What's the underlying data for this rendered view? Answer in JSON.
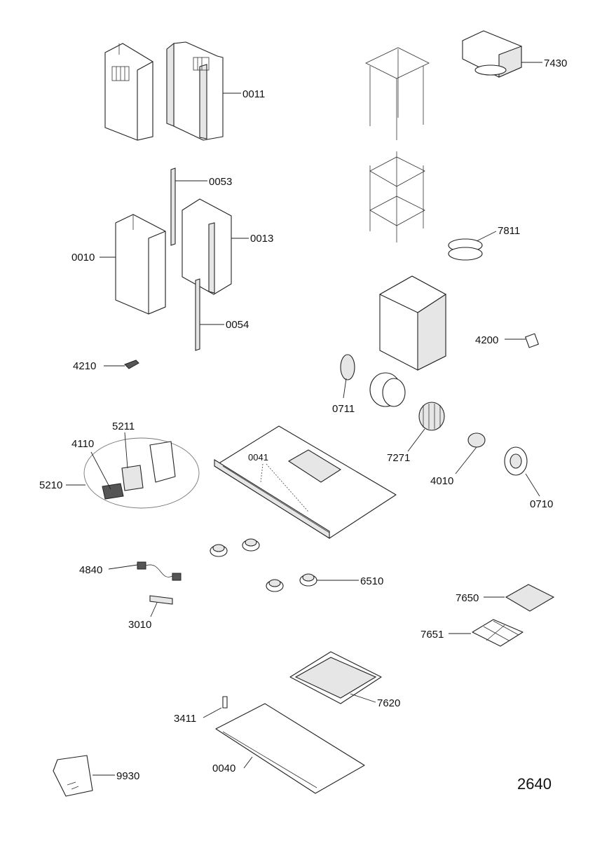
{
  "parts": {
    "p0011": "0011",
    "p0053": "0053",
    "p0013": "0013",
    "p0010": "0010",
    "p0054": "0054",
    "p4210": "4210",
    "p5211": "5211",
    "p4110": "4110",
    "p5210": "5210",
    "p0041": "0041",
    "p4840": "4840",
    "p3010": "3010",
    "p6510": "6510",
    "p3411": "3411",
    "p0040": "0040",
    "p9930": "9930",
    "p7430": "7430",
    "p7811": "7811",
    "p4200": "4200",
    "p0711": "0711",
    "p7271": "7271",
    "p4010": "4010",
    "p0710": "0710",
    "p7650": "7650",
    "p7651": "7651",
    "p7620": "7620"
  },
  "page_code": "2640"
}
